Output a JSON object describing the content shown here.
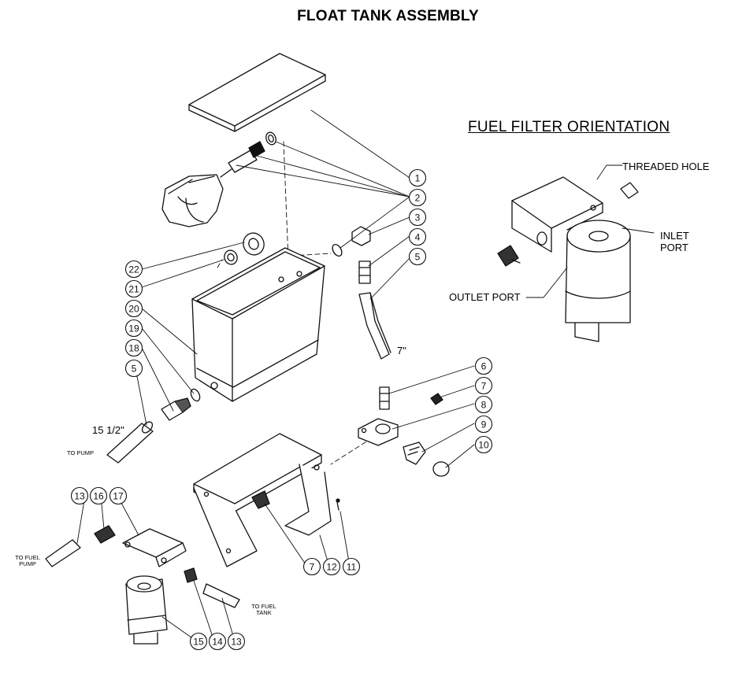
{
  "title": "FLOAT TANK ASSEMBLY",
  "subtitle": "FUEL FILTER ORIENTATION",
  "callouts": {
    "threaded_hole": "THREADED HOLE",
    "inlet_port_1": "INLET",
    "inlet_port_2": "PORT",
    "outlet_port": "OUTLET PORT"
  },
  "dimensions": {
    "hose_a": "7\"",
    "hose_b": "15 1/2\""
  },
  "destinations": {
    "to_pump": "TO PUMP",
    "to_fuel_pump_1": "TO FUEL",
    "to_fuel_pump_2": "PUMP",
    "to_fuel_tank_1": "TO FUEL",
    "to_fuel_tank_2": "TANK"
  },
  "part_numbers": [
    {
      "id": "b1",
      "num": "1"
    },
    {
      "id": "b2",
      "num": "2"
    },
    {
      "id": "b3",
      "num": "3"
    },
    {
      "id": "b4",
      "num": "4"
    },
    {
      "id": "b5a",
      "num": "5"
    },
    {
      "id": "b6",
      "num": "6"
    },
    {
      "id": "b7a",
      "num": "7"
    },
    {
      "id": "b8",
      "num": "8"
    },
    {
      "id": "b9",
      "num": "9"
    },
    {
      "id": "b10",
      "num": "10"
    },
    {
      "id": "b22",
      "num": "22"
    },
    {
      "id": "b21",
      "num": "21"
    },
    {
      "id": "b20",
      "num": "20"
    },
    {
      "id": "b19",
      "num": "19"
    },
    {
      "id": "b18",
      "num": "18"
    },
    {
      "id": "b5b",
      "num": "5"
    },
    {
      "id": "b13a",
      "num": "13"
    },
    {
      "id": "b16",
      "num": "16"
    },
    {
      "id": "b17",
      "num": "17"
    },
    {
      "id": "b7b",
      "num": "7"
    },
    {
      "id": "b12",
      "num": "12"
    },
    {
      "id": "b11",
      "num": "11"
    },
    {
      "id": "b15",
      "num": "15"
    },
    {
      "id": "b14",
      "num": "14"
    },
    {
      "id": "b13b",
      "num": "13"
    }
  ]
}
